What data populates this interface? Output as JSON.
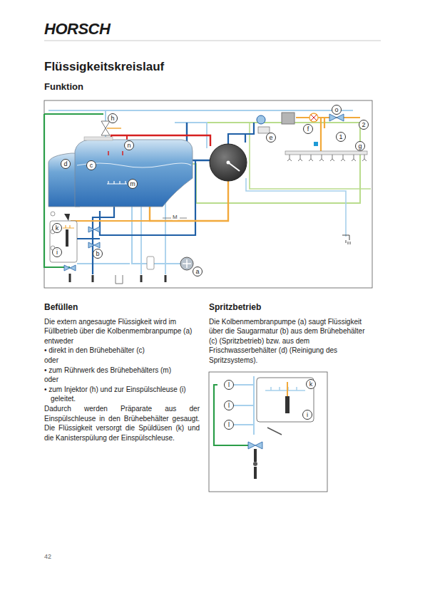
{
  "diagram": {
    "title": "Flüssigkeitskreislauf",
    "nodes": [
      {
        "text": [
          "h"
        ]
      },
      {
        "text": [
          "n"
        ]
      },
      {
        "text": [
          "c"
        ]
      },
      {
        "text": [
          "d"
        ]
      },
      {
        "text": [
          "m"
        ]
      },
      {
        "text": [
          "k"
        ]
      },
      {
        "text": [
          "i"
        ]
      },
      {
        "text": [
          "b"
        ]
      },
      {
        "text": [
          "a"
        ]
      },
      {
        "text": [
          "e"
        ]
      },
      {
        "text": [
          "f"
        ]
      },
      {
        "text": [
          "o"
        ]
      },
      {
        "text": [
          "1"
        ]
      },
      {
        "text": [
          "2"
        ]
      },
      {
        "text": [
          "g"
        ]
      },
      {
        "text": [
          "l"
        ]
      },
      {
        "text": [
          "k"
        ]
      },
      {
        "text": [
          "l"
        ]
      },
      {
        "text": [
          "i"
        ]
      },
      {
        "text": [
          "l"
        ]
      }
    ],
    "labels": [
      "HORSCH",
      "Funktion",
      "Befüllen",
      "Die extern angesaugte Flüssigkeit wird im Füllbetrieb über die Kolbenmembranpumpe (a) entweder",
      "• direkt in den Brühebehälter (c)",
      "oder",
      "• zum Rührwerk des Brühebehälters (m)",
      "oder",
      "• zum Injektor (h) und zur Einspülschleuse (i) geleitet.",
      "Dadurch werden Präparate aus der Einspülschleuse in den Brühebehälter gesaugt. Die Flüssigkeit versorgt die Spüldüsen (k) und die Kanisterspülung der Einspülschleuse.",
      "Spritzbetrieb",
      "Die Kolbenmembranpumpe (a) saugt Flüssigkeit über die Saugarmatur (b) aus dem Brühebehälter (c) (Spritzbetrieb) bzw. aus dem Frischwasserbehälter (d) (Reinigung des Spritzsystems).",
      "42",
      "M"
    ]
  }
}
